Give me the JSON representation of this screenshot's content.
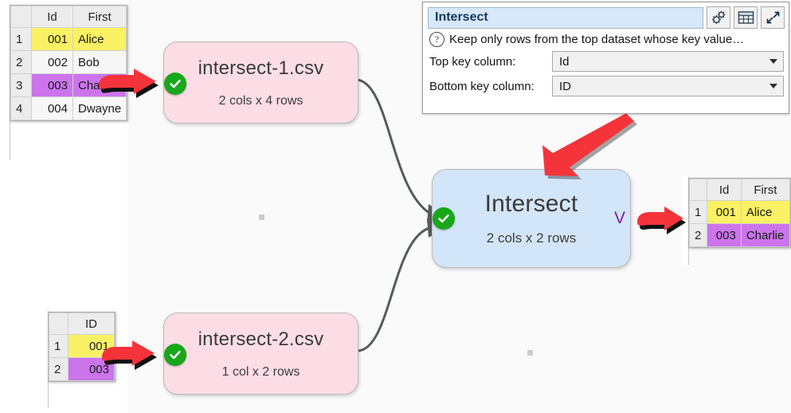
{
  "panel": {
    "name_value": "Intersect",
    "help_text": "Keep only rows from the top dataset whose key value…",
    "help_icon": "question-icon",
    "buttons": [
      {
        "name": "gears-icon",
        "label": ""
      },
      {
        "name": "table-grid-icon",
        "label": ""
      },
      {
        "name": "expand-arrows-icon",
        "label": ""
      }
    ],
    "fields": [
      {
        "label": "Top key column:",
        "value": "Id"
      },
      {
        "label": "Bottom key column:",
        "value": "ID"
      }
    ]
  },
  "canvas": {
    "nodes": [
      {
        "id": "intersect-1",
        "title": "intersect-1.csv",
        "subtitle": "2 cols x 4 rows",
        "color": "#fcdde5",
        "status": "ok"
      },
      {
        "id": "intersect-2",
        "title": "intersect-2.csv",
        "subtitle": "1 col x 2 rows",
        "color": "#fcdde5",
        "status": "ok"
      },
      {
        "id": "intersect-op",
        "title": "Intersect",
        "subtitle": "2 cols x 2 rows",
        "color": "#d3e5f8",
        "status": "ok",
        "badge": "V"
      }
    ]
  },
  "tables": {
    "top_left": {
      "headers": [
        "",
        "Id",
        "First"
      ],
      "rows": [
        {
          "n": "1",
          "Id": "001",
          "First": "Alice",
          "fill": "yellow"
        },
        {
          "n": "2",
          "Id": "002",
          "First": "Bob",
          "fill": "plain"
        },
        {
          "n": "3",
          "Id": "003",
          "First": "Charlie",
          "fill": "purple"
        },
        {
          "n": "4",
          "Id": "004",
          "First": "Dwayne",
          "fill": "plain"
        }
      ]
    },
    "bottom_left": {
      "headers": [
        "",
        "ID"
      ],
      "rows": [
        {
          "n": "1",
          "ID": "001",
          "fill": "yellow"
        },
        {
          "n": "2",
          "ID": "003",
          "fill": "purple"
        }
      ]
    },
    "right": {
      "headers": [
        "",
        "Id",
        "First"
      ],
      "rows": [
        {
          "n": "1",
          "Id": "001",
          "First": "Alice",
          "fill": "yellow"
        },
        {
          "n": "2",
          "Id": "003",
          "First": "Charlie",
          "fill": "purple"
        }
      ]
    }
  },
  "colors": {
    "node_pink": "#fcdde5",
    "node_blue": "#d3e5f8",
    "status_green": "#17a81a",
    "annotation_red": "#f5333a",
    "highlight_yellow": "#fbf164",
    "highlight_purple": "#cc74ec",
    "badge_purple": "#7a1ea1"
  }
}
